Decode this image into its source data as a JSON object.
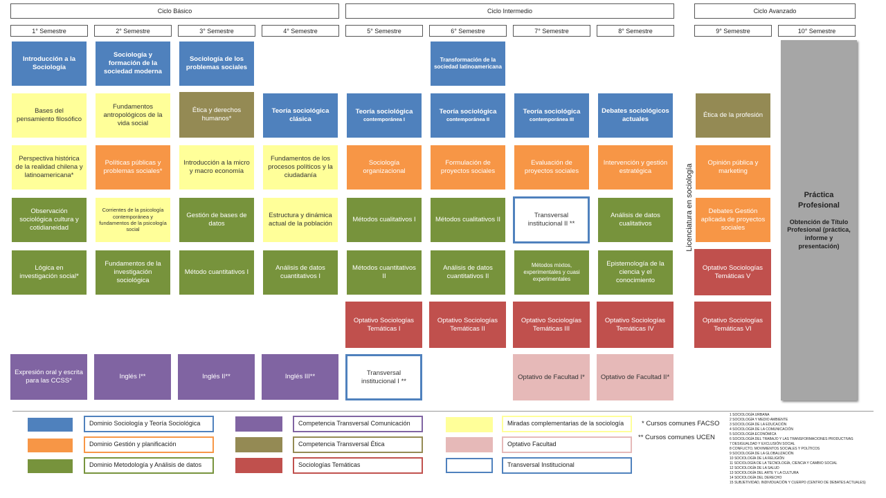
{
  "cycles": [
    "Ciclo Básico",
    "Ciclo Intermedio",
    "Ciclo Avanzado"
  ],
  "semesters": [
    "1° Semestre",
    "2° Semestre",
    "3° Semestre",
    "4° Semestre",
    "5° Semestre",
    "6° Semestre",
    "7° Semestre",
    "8° Semestre",
    "9° Semestre",
    "10° Semestre"
  ],
  "courses": {
    "s1": [
      "Introducción a la Sociología",
      "Bases del pensamiento filosófico",
      "Perspectiva histórica de la realidad chilena y latinoamericana*",
      "Observación sociológica cultura y cotidianeidad",
      "Lógica en investigación social*",
      "Expresión oral y escrita para las CCSS*"
    ],
    "s2": [
      "Sociología y formación de la sociedad moderna",
      "Fundamentos antropológicos de la vida social",
      "Políticas públicas y problemas sociales*",
      "Corrientes de la psicología contemporánea y fundamentos de la psicología social",
      "Fundamentos de la investigación sociológica",
      "Inglés I**"
    ],
    "s3": [
      "Sociología de los problemas sociales",
      "Ética y derechos humanos*",
      "Introducción a la micro y macro economía",
      "Gestión de bases de datos",
      "Método cuantitativos I",
      "Inglés II**"
    ],
    "s4": [
      "Teoría sociológica clásica",
      "Fundamentos de los procesos políticos y la ciudadanía",
      "Estructura y dinámica actual de la población",
      "Análisis de datos cuantitativos I",
      "Inglés III**"
    ],
    "s5": [
      "Teoría sociológica",
      "contemporánea I",
      "Sociología organizacional",
      "Métodos cualitativos I",
      "Métodos cuantitativos II",
      "Optativo Sociologías Temáticas I",
      "Transversal institucional I **"
    ],
    "s6": [
      "Transformación de la sociedad latinoamericana",
      "Teoría sociológica",
      "contemporánea II",
      "Formulación de proyectos sociales",
      "Métodos cualitativos II",
      "Análisis de datos cuantitativos II",
      "Optativo Sociologías Temáticas II"
    ],
    "s7": [
      "Teoría sociológica",
      "contemporánea III",
      "Evaluación de proyectos sociales",
      "Transversal institucional II **",
      "Métodos mixtos, experimentales y cuasi experimentales",
      "Optativo Sociologías Temáticas III",
      "Optativo de Facultad I*"
    ],
    "s8": [
      "Debates sociológicos actuales",
      "Intervención y gestión estratégica",
      "Análisis de datos cualitativos",
      "Epistemología de la ciencia y el conocimiento",
      "Optativo Sociologías Temáticas IV",
      "Optativo de Facultad II*"
    ],
    "s9": [
      "Ética de la profesión",
      "Opinión pública y marketing",
      "Debates Gestión aplicada de proyectos sociales",
      "Optativo Sociologías Temáticas V",
      "Optativo Sociologías Temáticas VI"
    ],
    "s10": {
      "title": "Práctica Profesional",
      "subtitle": "Obtención de Título Profesional (práctica, informe y presentación)"
    }
  },
  "licenciatura": "Licenciatura en sociología",
  "legend": [
    "Dominio Sociología y Teoría Sociológica",
    "Dominio Gestión y planificación",
    "Dominio Metodología y Análisis de datos",
    "Competencia Transversal Comunicación",
    "Competencia Transversal Ética",
    "Sociologías Temáticas",
    "Miradas complementarias de la sociología",
    "Optativo Facultad",
    "Transversal Institucional"
  ],
  "notes": [
    "* Cursos comunes FACSO",
    "** Cursos comunes UCEN"
  ],
  "tematicas": [
    "1 SOCIOLOGÍA URBANA",
    "2 SOCIOLOGÍA Y MEDIO AMBIENTE",
    "3 SOCIOLOGÍA DE LA EDUCACIÓN",
    "4 SOCIOLOGÍA DE LA COMUNICACIÓN",
    "5 SOCIOLOGÍA ECONÓMICA",
    "6 SOCIOLOGÍA DEL TRABAJO Y LAS TRANSFORMACIONES PRODUCTIVAS",
    "7 DESIGUALDAD Y EXCLUSIÓN SOCIAL",
    "8 CONFLICTO, MOVIMIENTOS SOCIALES Y POLÍTICOS",
    "9 SOCIOLOGÍA DE LA GLOBALIZACIÓN",
    "10 SOCIOLOGÍA DE LA RELIGIÓN",
    "11 SOCIOLOGÍA DE LA TECNOLOGÍA, CIENCIA Y CAMBIO SOCIAL",
    "12 SOCIOLOGÍA DE LA SALUD",
    "13 SOCIOLOGÍA DEL ARTE Y LA CULTURA",
    "14 SOCIOLOGÍA DEL DERECHO",
    "15 SUBJETIVIDAD, INDIVIDUACIÓN Y CUERPO (CENTRO DE DEBATES ACTUALES)"
  ]
}
